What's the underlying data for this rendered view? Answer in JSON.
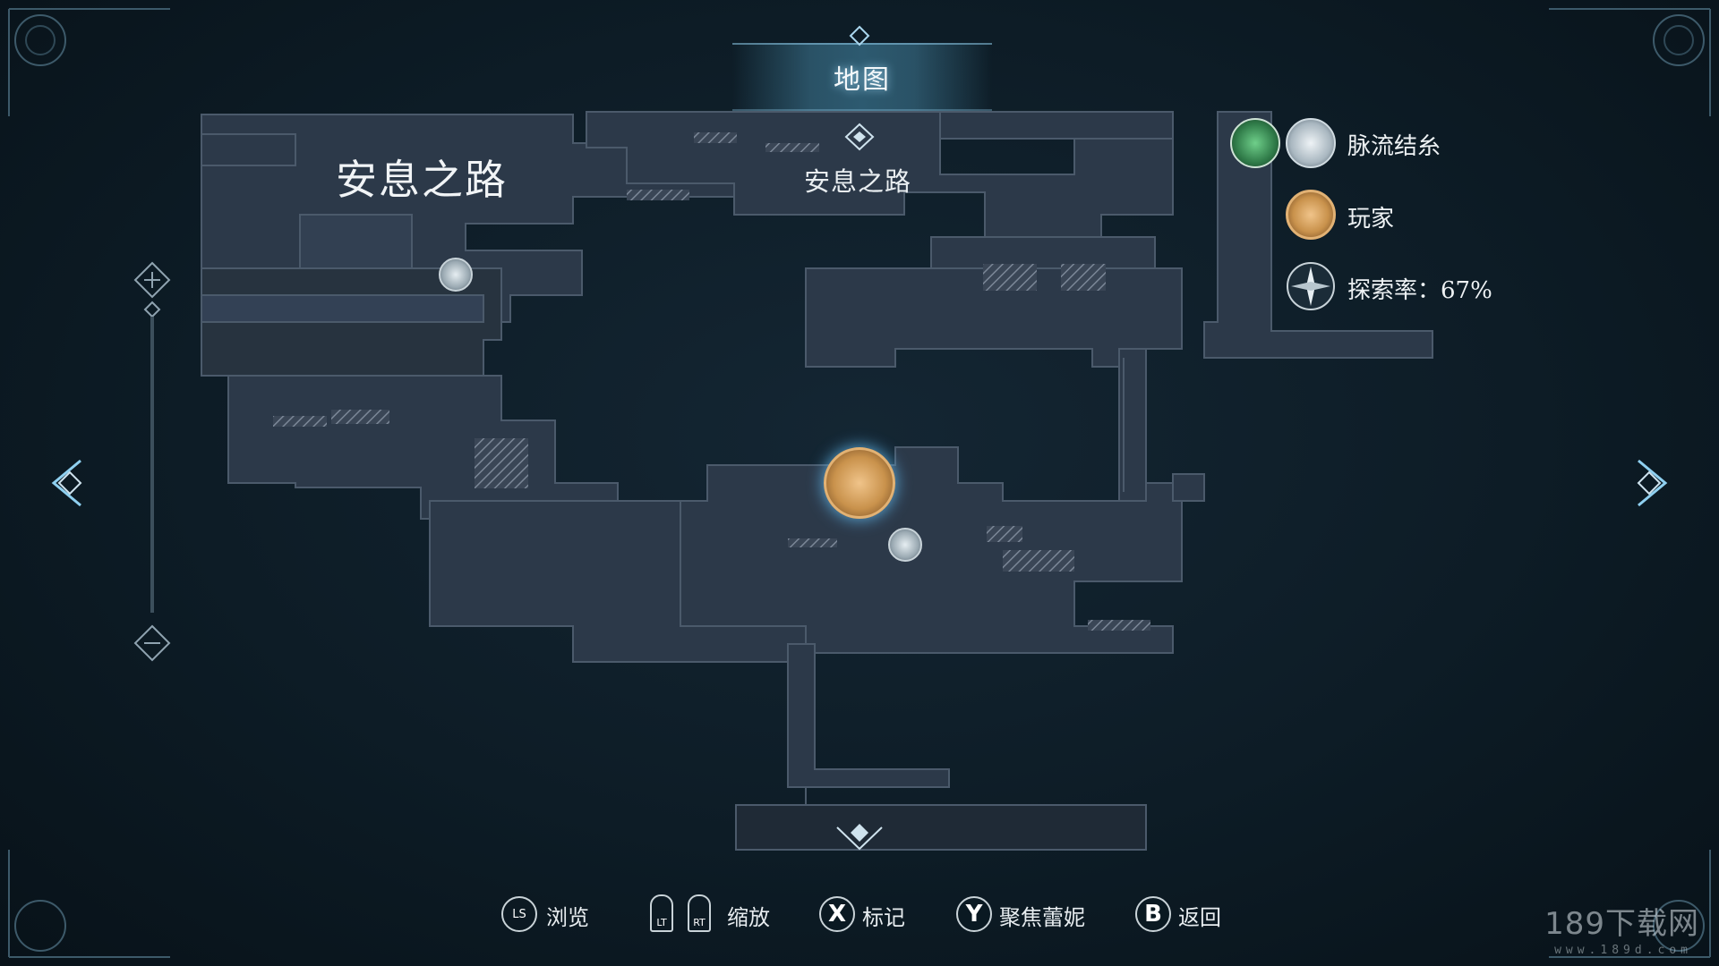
{
  "header": {
    "title": "地图"
  },
  "map": {
    "region_name_large": "安息之路",
    "region_name_small": "安息之路"
  },
  "legend": {
    "items": [
      {
        "icon": "tree-icon",
        "icon2": "spiral-icon",
        "label": "脉流结糸"
      },
      {
        "icon": "player-icon",
        "label": "玩家"
      },
      {
        "icon": "compass-icon",
        "label": "探索率：67%"
      }
    ],
    "exploration_rate_percent": 67
  },
  "hints": {
    "browse": {
      "button": "LS",
      "label": "浏览"
    },
    "zoom": {
      "button_left": "LT",
      "button_right": "RT",
      "label": "缩放"
    },
    "mark": {
      "button": "X",
      "label": "标记"
    },
    "focus": {
      "button": "Y",
      "label": "聚焦蕾妮"
    },
    "back": {
      "button": "B",
      "label": "返回"
    }
  },
  "watermark": {
    "main": "189下载网",
    "sub": "www.189d.com"
  },
  "colors": {
    "map_room": "#2c3949",
    "map_edge": "#4b5a6b",
    "player_gold": "#c9924c",
    "accent_blue": "#8fd0f0"
  }
}
